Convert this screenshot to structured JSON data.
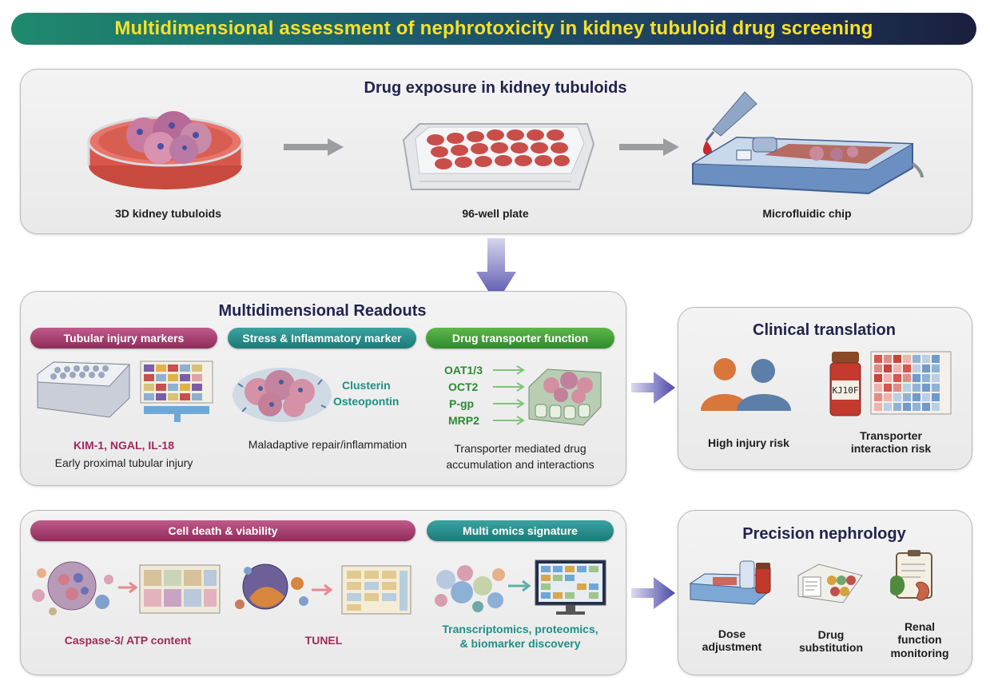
{
  "title": "Multidimensional assessment of nephrotoxicity in kidney tubuloid drug screening",
  "exposure": {
    "title": "Drug exposure in kidney tubuloids",
    "steps": [
      "3D kidney tubuloids",
      "96-well plate",
      "Microfluidic chip"
    ]
  },
  "readouts": {
    "title": "Multidimensional Readouts",
    "tubular": {
      "label": "Tubular injury markers",
      "markers": "KIM-1, NGAL, IL-18",
      "desc": "Early proximal tubular injury"
    },
    "stress": {
      "label": "Stress & Inflammatory marker",
      "markers": [
        "Clusterin",
        "Osteopontin"
      ],
      "desc": "Maladaptive repair/inflammation"
    },
    "transporter": {
      "label": "Drug transporter function",
      "markers": [
        "OAT1/3",
        "OCT2",
        "P-gp",
        "MRP2"
      ],
      "desc_line1": "Transporter mediated drug",
      "desc_line2": "accumulation and interactions"
    }
  },
  "clinical": {
    "title": "Clinical translation",
    "items": [
      "High injury risk",
      "Transporter",
      "interaction risk"
    ],
    "vial_label": "KJ10F"
  },
  "cell_death": {
    "label": "Cell death & viability",
    "items": [
      "Caspase-3/ ATP content",
      "TUNEL"
    ]
  },
  "omics": {
    "label": "Multi omics signature",
    "line1": "Transcriptomics, proteomics,",
    "line2": "& biomarker discovery"
  },
  "precision": {
    "title": "Precision nephrology",
    "items": [
      {
        "l1": "Dose",
        "l2": "adjustment"
      },
      {
        "l1": "Drug",
        "l2": "substitution"
      },
      {
        "l1": "Renal",
        "l2": "function",
        "l3": "monitoring"
      }
    ]
  },
  "colors": {
    "accent_title": "#f5e12a",
    "magenta": "#a0285e",
    "teal": "#1f8f86",
    "green": "#2b8a33",
    "arrow_blue": "#5a57b0"
  }
}
